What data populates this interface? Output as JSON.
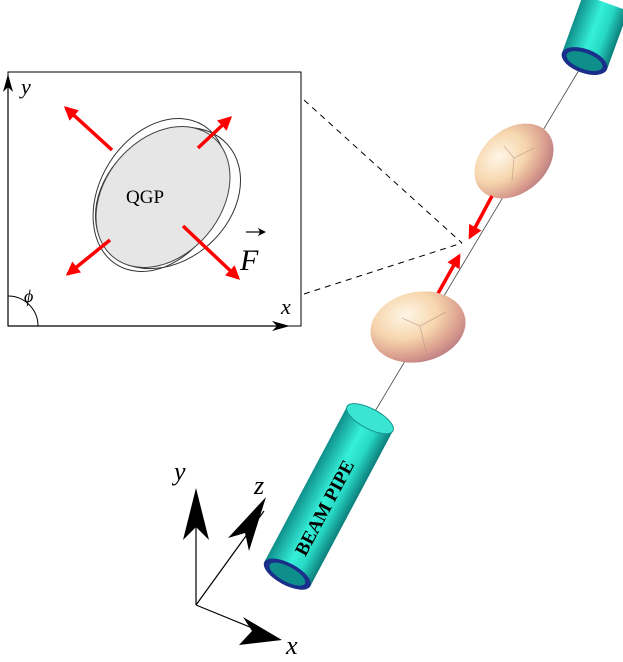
{
  "inset": {
    "y_label": "y",
    "x_label": "x",
    "phi_label": "ϕ",
    "region_label": "QGP",
    "force_label": "F",
    "force_arrow_mark": "→"
  },
  "beam_pipe": {
    "label": "BEAM PIPE"
  },
  "axes3d": {
    "x_label": "x",
    "y_label": "y",
    "z_label": "z"
  },
  "colors": {
    "pipe": "#2ee6cf",
    "pipe_dark": "#138a86",
    "pipe_rim": "#1a2f8a",
    "nucleus": "#f4d2a8",
    "force_arrow": "#ff0000",
    "qgp_fill": "#e6e6e6"
  }
}
